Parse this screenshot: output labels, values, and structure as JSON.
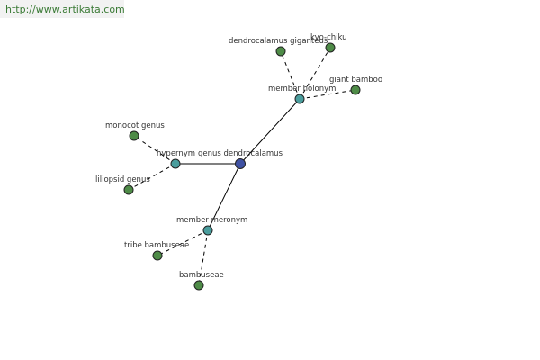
{
  "header": {
    "url_text": "http://www.artikata.com"
  },
  "colors": {
    "root": "#3f51a3",
    "relation": "#4a9d9d",
    "leaf": "#4e8b47",
    "url": "#3a7a35"
  },
  "graph": {
    "nodes": [
      {
        "id": "genus",
        "label": "genus dendrocalamus",
        "kind": "root"
      },
      {
        "id": "holonym",
        "label": "member holonym",
        "kind": "relation"
      },
      {
        "id": "hypernym",
        "label": "hypernym",
        "kind": "relation"
      },
      {
        "id": "meronym",
        "label": "member meronym",
        "kind": "relation"
      },
      {
        "id": "giganteus",
        "label": "dendrocalamus giganteus",
        "kind": "leaf"
      },
      {
        "id": "kyochiku",
        "label": "kyo-chiku",
        "kind": "leaf"
      },
      {
        "id": "giantbamboo",
        "label": "giant bamboo",
        "kind": "leaf"
      },
      {
        "id": "monocot",
        "label": "monocot genus",
        "kind": "leaf"
      },
      {
        "id": "liliopsid",
        "label": "liliopsid genus",
        "kind": "leaf"
      },
      {
        "id": "tribe",
        "label": "tribe bambuseae",
        "kind": "leaf"
      },
      {
        "id": "bambuseae",
        "label": "bambuseae",
        "kind": "leaf"
      }
    ],
    "edges": [
      {
        "from": "genus",
        "to": "holonym",
        "style": "solid"
      },
      {
        "from": "genus",
        "to": "hypernym",
        "style": "solid"
      },
      {
        "from": "genus",
        "to": "meronym",
        "style": "solid"
      },
      {
        "from": "holonym",
        "to": "giganteus",
        "style": "dashed"
      },
      {
        "from": "holonym",
        "to": "kyochiku",
        "style": "dashed"
      },
      {
        "from": "holonym",
        "to": "giantbamboo",
        "style": "dashed"
      },
      {
        "from": "hypernym",
        "to": "monocot",
        "style": "dashed"
      },
      {
        "from": "hypernym",
        "to": "liliopsid",
        "style": "dashed"
      },
      {
        "from": "meronym",
        "to": "tribe",
        "style": "dashed"
      },
      {
        "from": "meronym",
        "to": "bambuseae",
        "style": "dashed"
      }
    ]
  }
}
